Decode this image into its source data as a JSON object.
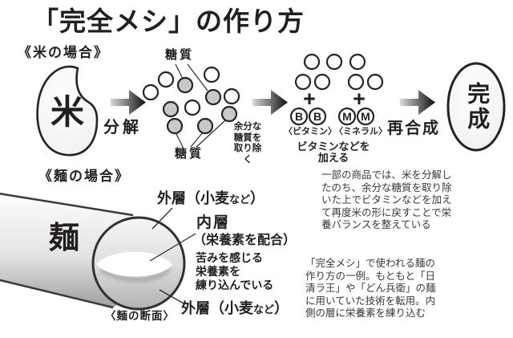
{
  "colors": {
    "ink": "#221f1c",
    "outline": "#262320",
    "molecule_gray": "#c9c9c9",
    "background": "#ffffff"
  },
  "title": "「完全メシ」の作り方",
  "rice_flow": {
    "heading": "《米の場合》",
    "grain_char": "米",
    "decompose_label": "分解",
    "sugar_label": "糖質",
    "remove_note": "余分な\n糖質を\n取り除く",
    "plus_sign": "+",
    "vitamin_letter": "B",
    "mineral_letter": "M",
    "vitamin_label": "〈ビタミン〉",
    "mineral_label": "〈ミネラル〉",
    "add_note": "ビタミンなどを\n加える",
    "recompose_label": "再合成",
    "complete_label": "完成"
  },
  "noodle_diagram": {
    "heading": "《麺の場合》",
    "noodle_char": "麺",
    "outer_layer": {
      "pre": "外層（小麦",
      "small": "など",
      "post": "）"
    },
    "inner_layer_title": "内層",
    "inner_layer_sub": "（栄養素を配合）",
    "inner_layer_note": "苦みを感じる\n栄養素を\n練り込んでいる",
    "cross_section_caption": "〈麺の断面〉"
  },
  "notes": {
    "rice_note": "一部の商品では、米を分解し\nたのち、余分な糖質を取り除\nいた上でビタミンなどを加え\nて再度米の形に戻すことで栄\n養バランスを整えている",
    "noodle_note": "「完全メシ」で使われる麺の\n作り方の一例。もともと「日\n清ラ王」や「どん兵衛」の麺\nに用いていた技術を転用。内\n側の層に栄養素を練り込む"
  }
}
